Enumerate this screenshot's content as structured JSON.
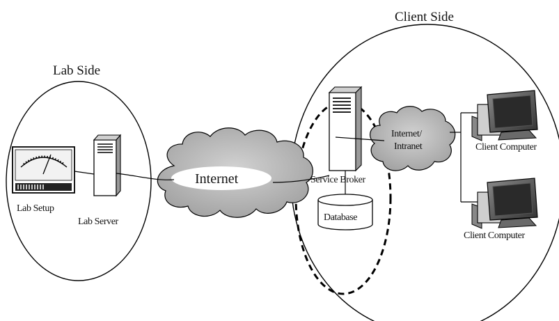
{
  "regions": {
    "lab_side": "Lab Side",
    "client_side": "Client Side"
  },
  "nodes": {
    "lab_setup": "Lab Setup",
    "lab_server": "Lab Server",
    "internet": "Internet",
    "service_broker": "Service Broker",
    "database": "Database",
    "intranet_line1": "Internet/",
    "intranet_line2": "Intranet",
    "client_computer_1": "Client Computer",
    "client_computer_2": "Client Computer"
  },
  "icons": {
    "lab_setup": "meter-panel-icon",
    "lab_server": "server-tower-icon",
    "service_broker": "server-tower-icon",
    "database": "database-cylinder-icon",
    "client_computer": "desktop-computer-icon"
  },
  "colors": {
    "cloud_fill": "#b8b8b8",
    "stroke": "#000000",
    "background": "#ffffff"
  }
}
